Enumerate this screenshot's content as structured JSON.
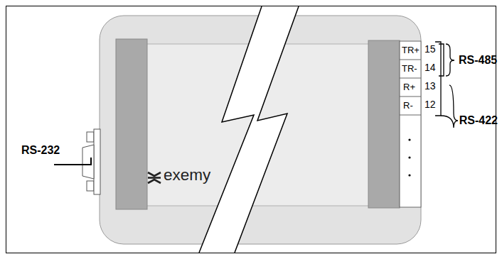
{
  "diagram": {
    "labels": [
      "RS-232",
      "TR+",
      "TR-",
      "R+",
      "R-",
      "15",
      "14",
      "13",
      "12",
      "RS-485",
      "RS-422",
      "exemy"
    ]
  }
}
